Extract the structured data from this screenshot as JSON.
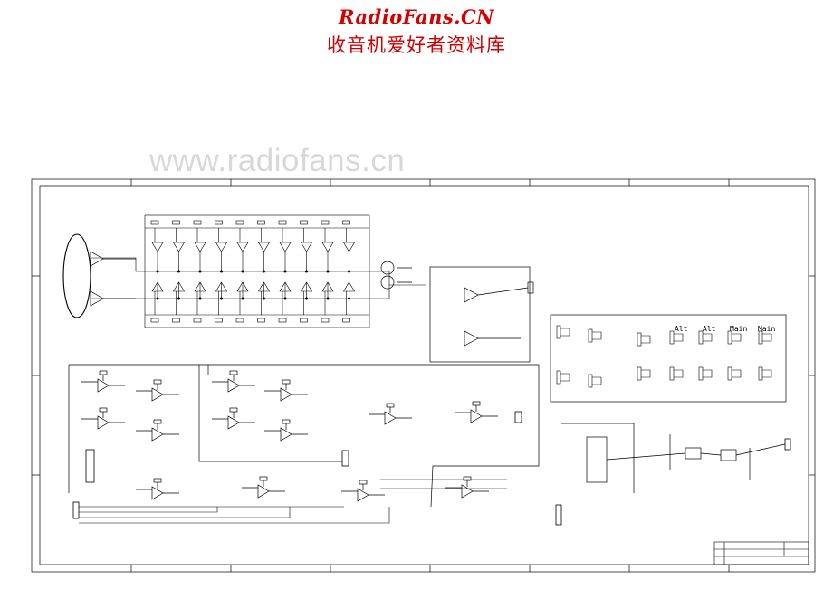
{
  "header": {
    "site_title": "RadioFans.CN",
    "site_subtitle": "收音机爱好者资料库",
    "watermark": "www.radiofans.cn"
  },
  "jack_panel": {
    "labels": [
      "Alt",
      "Alt",
      "Main",
      "Main"
    ]
  },
  "colors": {
    "brand_red": "#d40000",
    "watermark_gray": "#d8d8d8",
    "ink": "#000000"
  }
}
